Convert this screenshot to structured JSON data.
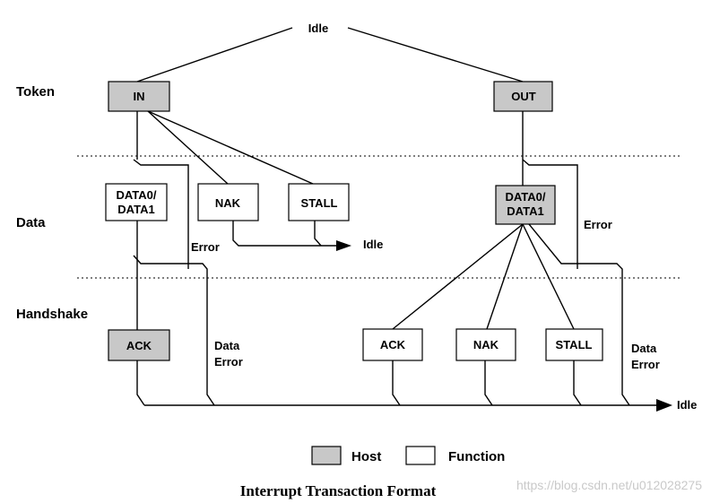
{
  "title": "Interrupt Transaction Format",
  "states": {
    "idle_top": "Idle",
    "idle_mid": "Idle",
    "idle_bottom": "Idle"
  },
  "rows": {
    "token": "Token",
    "data": "Data",
    "handshake": "Handshake"
  },
  "boxes": {
    "in": "IN",
    "out": "OUT",
    "data_left_1": "DATA0/",
    "data_left_2": "DATA1",
    "nak_left": "NAK",
    "stall_left": "STALL",
    "data_right_1": "DATA0/",
    "data_right_2": "DATA1",
    "ack_left": "ACK",
    "ack_right": "ACK",
    "nak_right": "NAK",
    "stall_right": "STALL"
  },
  "notes": {
    "error_left": "Error",
    "error_right": "Error",
    "data_error_left_1": "Data",
    "data_error_left_2": "Error",
    "data_error_right_1": "Data",
    "data_error_right_2": "Error"
  },
  "legend": {
    "host": "Host",
    "function": "Function"
  },
  "watermark": "https://blog.csdn.net/u012028275",
  "colors": {
    "host_fill": "#c8c8c8",
    "function_fill": "#ffffff",
    "line": "#000000"
  }
}
